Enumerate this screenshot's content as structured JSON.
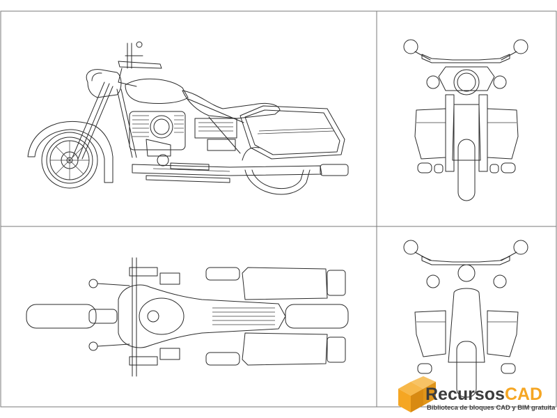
{
  "drawing": {
    "views": [
      {
        "id": "side-elevation"
      },
      {
        "id": "front-elevation"
      },
      {
        "id": "top-plan"
      },
      {
        "id": "rear-elevation"
      }
    ]
  },
  "watermark": {
    "brand_part1": "Recursos",
    "brand_part2": "CAD",
    "tagline": "Biblioteca de bloques CAD y BIM gratuita",
    "colors": {
      "accent": "#f5a623",
      "accent_dark": "#c97c0a",
      "text": "#3c3c3c"
    }
  }
}
